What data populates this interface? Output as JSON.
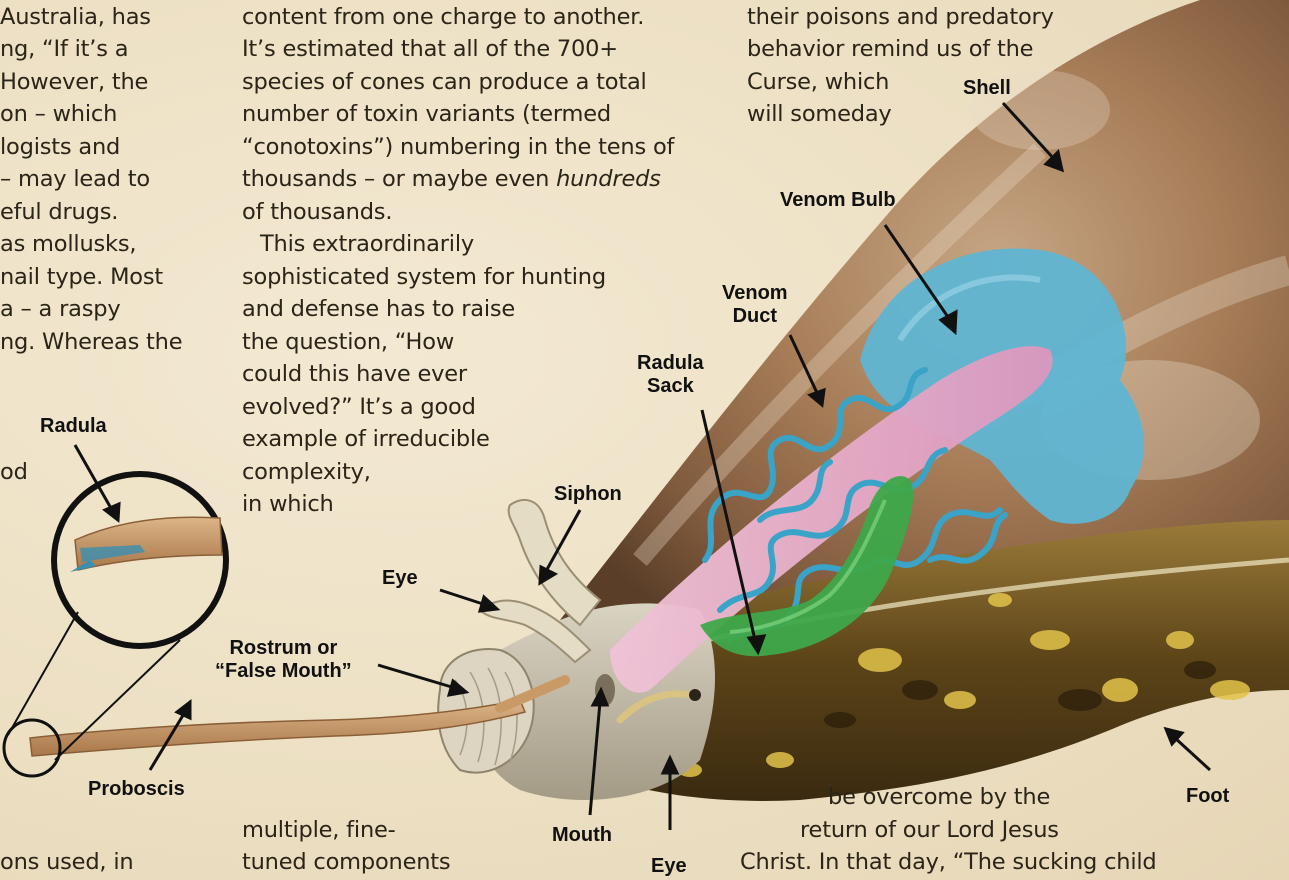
{
  "text_columns": {
    "left": {
      "lines": [
        "Australia, has",
        "ng, “If it’s a",
        "However, the",
        "on – which",
        "logists and",
        "– may lead to",
        "eful drugs.",
        "as mollusks,",
        "nail type. Most",
        "a – a raspy",
        "ng. Whereas the"
      ],
      "fragment_od": "od",
      "bottom": "ons used, in"
    },
    "middle": {
      "line0": "content from one charge to another.",
      "line1": "It’s estimated that all of the 700+",
      "line2": "species of cones can produce a total",
      "line3": "number of toxin variants (termed",
      "line4": "“conotoxins”) numbering in the tens of",
      "line5_plain": "thousands – or maybe even ",
      "line5_italic": "hundreds",
      "line6": "of thousands.",
      "line7": "This extraordinarily",
      "line8": "sophisticated system for hunting",
      "line9": "and defense has to raise",
      "line10": "the question, “How",
      "line11": "could this have ever",
      "line12": "evolved?” It’s a good",
      "line13": "example of irreducible",
      "line14": "complexity,",
      "line15": "in which",
      "bottom1": "multiple, fine-",
      "bottom2": "tuned components"
    },
    "right": {
      "line0": "their poisons and predatory",
      "line1": "behavior remind us of the",
      "line2": "Curse, which",
      "line3": "will someday",
      "bottom1": "be overcome by the",
      "bottom2": "return of our Lord Jesus",
      "bottom3": "Christ. In that day, “The sucking child"
    }
  },
  "labels": {
    "shell": "Shell",
    "venom_bulb": "Venom Bulb",
    "venom_duct": "Venom\nDuct",
    "radula_sack": "Radula\nSack",
    "siphon": "Siphon",
    "eye_upper": "Eye",
    "rostrum": "Rostrum or\n“False Mouth”",
    "radula": "Radula",
    "proboscis": "Proboscis",
    "mouth": "Mouth",
    "eye_lower": "Eye",
    "foot": "Foot"
  },
  "colors": {
    "background": "#efe3c8",
    "text": "#2b2418",
    "venom_bulb": "#5fb5d3",
    "venom_duct": "#3aa3c8",
    "radula_sack": "#3ea84a",
    "pharynx": "#e9a7c8",
    "shell": "#b58e6a",
    "foot": "#8a6a2c",
    "proboscis": "#c99a66"
  }
}
